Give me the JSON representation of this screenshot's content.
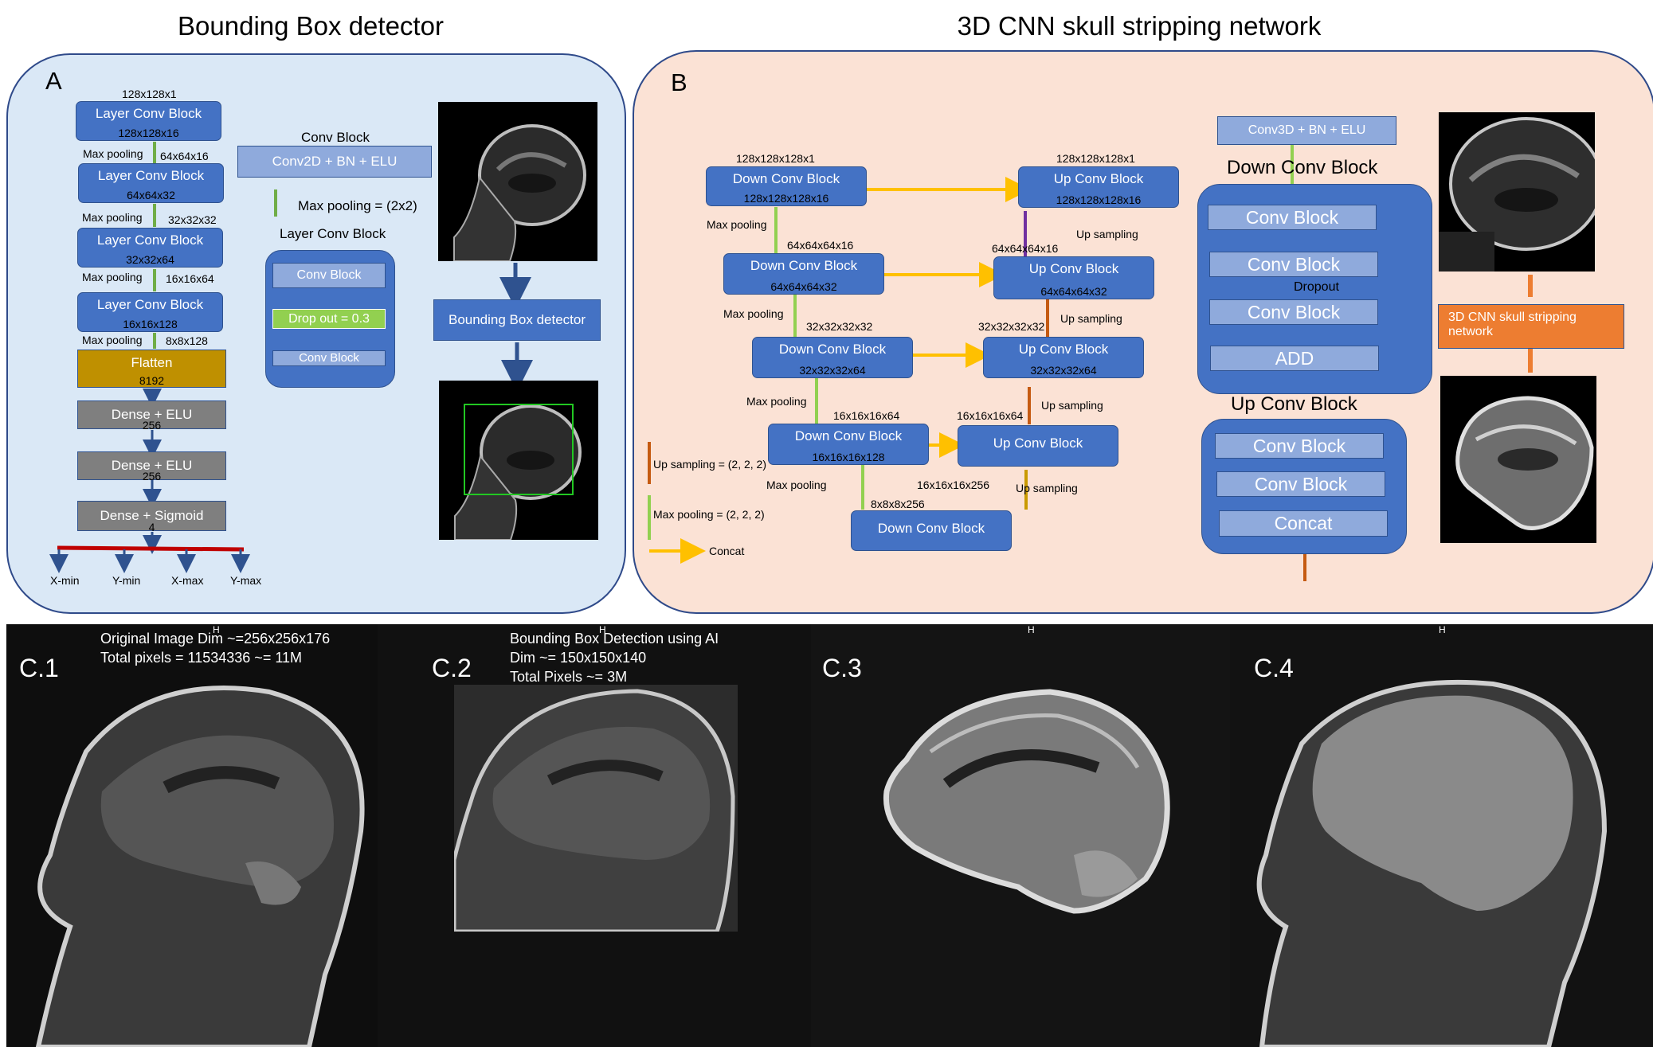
{
  "titles": {
    "left": "Bounding Box detector",
    "right": "3D CNN skull stripping network"
  },
  "panelA": {
    "letter": "A",
    "input_dim": "128x128x1",
    "blocks": [
      {
        "label": "Layer Conv Block",
        "dim": "128x128x16"
      },
      {
        "label": "Layer Conv Block",
        "dim": "64x64x32"
      },
      {
        "label": "Layer Conv Block",
        "dim": "32x32x64"
      },
      {
        "label": "Layer Conv Block",
        "dim": "16x16x128"
      }
    ],
    "pool_labels": [
      "Max pooling",
      "Max pooling",
      "Max pooling",
      "Max pooling"
    ],
    "pool_dims": [
      "64x64x16",
      "32x32x32",
      "16x16x64",
      "8x8x128"
    ],
    "flatten": {
      "label": "Flatten",
      "dim": "8192"
    },
    "dense": [
      {
        "label": "Dense + ELU",
        "dim": "256"
      },
      {
        "label": "Dense + ELU",
        "dim": "256"
      },
      {
        "label": "Dense + Sigmoid",
        "dim": "4"
      }
    ],
    "outputs": [
      "X-min",
      "Y-min",
      "X-max",
      "Y-max"
    ],
    "legend": {
      "conv_block_title": "Conv Block",
      "conv_block_body": "Conv2D + BN + ELU",
      "max_pool": "Max pooling = (2x2)",
      "layer_conv_title": "Layer Conv Block",
      "layer_conv_items": [
        "Conv Block",
        "Drop out = 0.3",
        "Conv Block"
      ]
    },
    "detector_label": "Bounding Box detector"
  },
  "panelB": {
    "letter": "B",
    "down": [
      {
        "label": "Down Conv Block",
        "dim": "128x128x128x16",
        "in": "128x128x128x1"
      },
      {
        "label": "Down Conv Block",
        "dim": "64x64x64x32",
        "in": "64x64x64x16"
      },
      {
        "label": "Down Conv Block",
        "dim": "32x32x32x64",
        "in": "32x32x32x32"
      },
      {
        "label": "Down Conv Block",
        "dim": "16x16x16x128",
        "in": "16x16x16x64"
      },
      {
        "label": "Down Conv Block",
        "in": "8x8x8x256"
      }
    ],
    "up": [
      {
        "label": "Up Conv Block",
        "dim": "128x128x128x16",
        "in": "128x128x128x1"
      },
      {
        "label": "Up Conv Block",
        "dim": "64x64x64x32",
        "in": "64x64x64x16"
      },
      {
        "label": "Up Conv Block",
        "dim": "32x32x32x64",
        "in": "32x32x32x32"
      },
      {
        "label": "Up Conv Block",
        "in": "16x16x16x64"
      }
    ],
    "pool_label": "Max pooling",
    "up_label": "Up sampling",
    "bottom_up_in": "16x16x16x256",
    "legend": {
      "up": "Up sampling = (2, 2, 2)",
      "pool": "Max pooling = (2, 2, 2)",
      "concat": "Concat"
    },
    "conv3d": "Conv3D + BN + ELU",
    "down_block_title": "Down Conv Block",
    "down_block_items": [
      "Conv Block",
      "Conv Block",
      "Conv Block",
      "ADD"
    ],
    "dropout": "Dropout",
    "up_block_title": "Up Conv Block",
    "up_block_items": [
      "Conv Block",
      "Conv Block",
      "Concat"
    ],
    "network_label": "3D CNN skull stripping network"
  },
  "bottom": {
    "panels": [
      {
        "label": "C.1",
        "lines": [
          "Original Image Dim ~=256x256x176",
          "Total pixels = 11534336 ~= 11M"
        ],
        "marker": "H"
      },
      {
        "label": "C.2",
        "lines": [
          "Bounding Box Detection using AI",
          "Dim  ~= 150x150x140",
          "Total Pixels ~= 3M"
        ],
        "marker": "H"
      },
      {
        "label": "C.3",
        "lines": [],
        "marker": "H"
      },
      {
        "label": "C.4",
        "lines": [],
        "marker": "H"
      }
    ]
  },
  "colors": {
    "panelA": "#dae8f6",
    "panelB": "#fbe2d5",
    "block": "#4472c4",
    "flatten": "#bf9000",
    "dense": "#7f7f7f",
    "dropout": "#92d050",
    "orange": "#ed7d31",
    "concat_arrow": "#ffc000",
    "output_line": "#c00000"
  }
}
